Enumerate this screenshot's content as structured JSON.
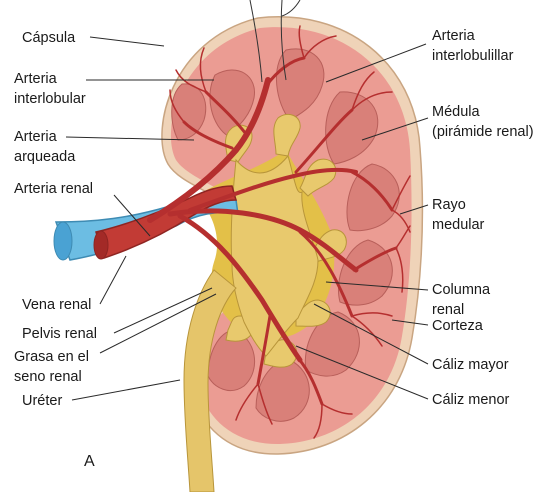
{
  "labels": {
    "capsula": "Cápsula",
    "arteria_interlobular": [
      "Arteria",
      "interlobular"
    ],
    "arteria_arqueada": [
      "Arteria",
      "arqueada"
    ],
    "arteria_renal": "Arteria renal",
    "vena_renal": "Vena renal",
    "pelvis_renal": "Pelvis renal",
    "grasa_seno_renal": [
      "Grasa en el",
      "seno renal"
    ],
    "ureter": "Uréter",
    "arteria_interlobulillar": [
      "Arteria",
      "interlobulillar"
    ],
    "medula": [
      "Médula",
      "(pirámide renal)"
    ],
    "rayo_medular": [
      "Rayo",
      "medular"
    ],
    "columna_renal": [
      "Columna",
      "renal"
    ],
    "corteza": "Corteza",
    "caliz_mayor": "Cáliz mayor",
    "caliz_menor": "Cáliz menor"
  },
  "panel_letter": "A",
  "colors": {
    "capsule": "#efd3b8",
    "cortex": "#eb9c93",
    "pyramid": "#d98079",
    "sinus_fat": "#e3c048",
    "calyx": "#e8c96d",
    "ureter": "#e5c56a",
    "artery": "#b52f2f",
    "vein": "#6cbde3"
  }
}
